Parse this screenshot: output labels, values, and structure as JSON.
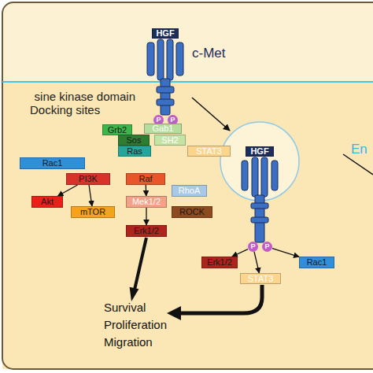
{
  "diagram": {
    "nodes": [
      {
        "text": [
          "HGF"
        ]
      },
      {
        "text": [
          "P"
        ]
      },
      {
        "text": [
          "P"
        ]
      },
      {
        "text": [
          "Grb2"
        ]
      },
      {
        "text": [
          "Gab1"
        ]
      },
      {
        "text": [
          "Sos"
        ]
      },
      {
        "text": [
          "SH2"
        ]
      },
      {
        "text": [
          "Ras"
        ]
      },
      {
        "text": [
          "STAT3"
        ]
      },
      {
        "text": [
          "Rac1"
        ]
      },
      {
        "text": [
          "PI3K"
        ]
      },
      {
        "text": [
          "Raf"
        ]
      },
      {
        "text": [
          "RhoA"
        ]
      },
      {
        "text": [
          "Akt"
        ]
      },
      {
        "text": [
          "Mek1/2"
        ]
      },
      {
        "text": [
          "mTOR"
        ]
      },
      {
        "text": [
          "ROCK"
        ]
      },
      {
        "text": [
          "Erk1/2"
        ]
      },
      {
        "text": [
          "HGF"
        ]
      },
      {
        "text": [
          "P"
        ]
      },
      {
        "text": [
          "P"
        ]
      },
      {
        "text": [
          "Erk1/2"
        ]
      },
      {
        "text": [
          "Rac1"
        ]
      },
      {
        "text": [
          "STAT3"
        ]
      }
    ],
    "edges": [
      {
        "from": 10,
        "to": 13,
        "arrow": "to"
      },
      {
        "from": 10,
        "to": 15,
        "arrow": "to"
      },
      {
        "from": 11,
        "to": 14,
        "arrow": "to"
      },
      {
        "from": 14,
        "to": 17,
        "arrow": "to"
      },
      {
        "from": 19,
        "to": 21,
        "arrow": "to"
      },
      {
        "from": 19,
        "to": 23,
        "arrow": "to"
      },
      {
        "from": 20,
        "to": 22,
        "arrow": "to"
      }
    ],
    "labels": [
      "c-Met",
      "sine kinase domain",
      "Docking sites",
      "Survival Proliferation Migration",
      "En"
    ]
  }
}
